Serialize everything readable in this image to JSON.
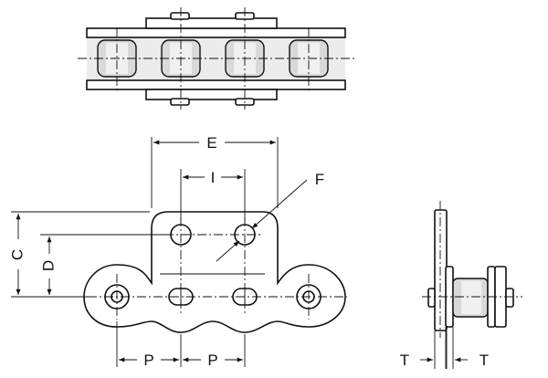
{
  "diagram": {
    "labels": {
      "E": "E",
      "I": "I",
      "F": "F",
      "C": "C",
      "D": "D",
      "P1": "P",
      "P2": "P",
      "T1": "T",
      "T2": "T"
    }
  }
}
